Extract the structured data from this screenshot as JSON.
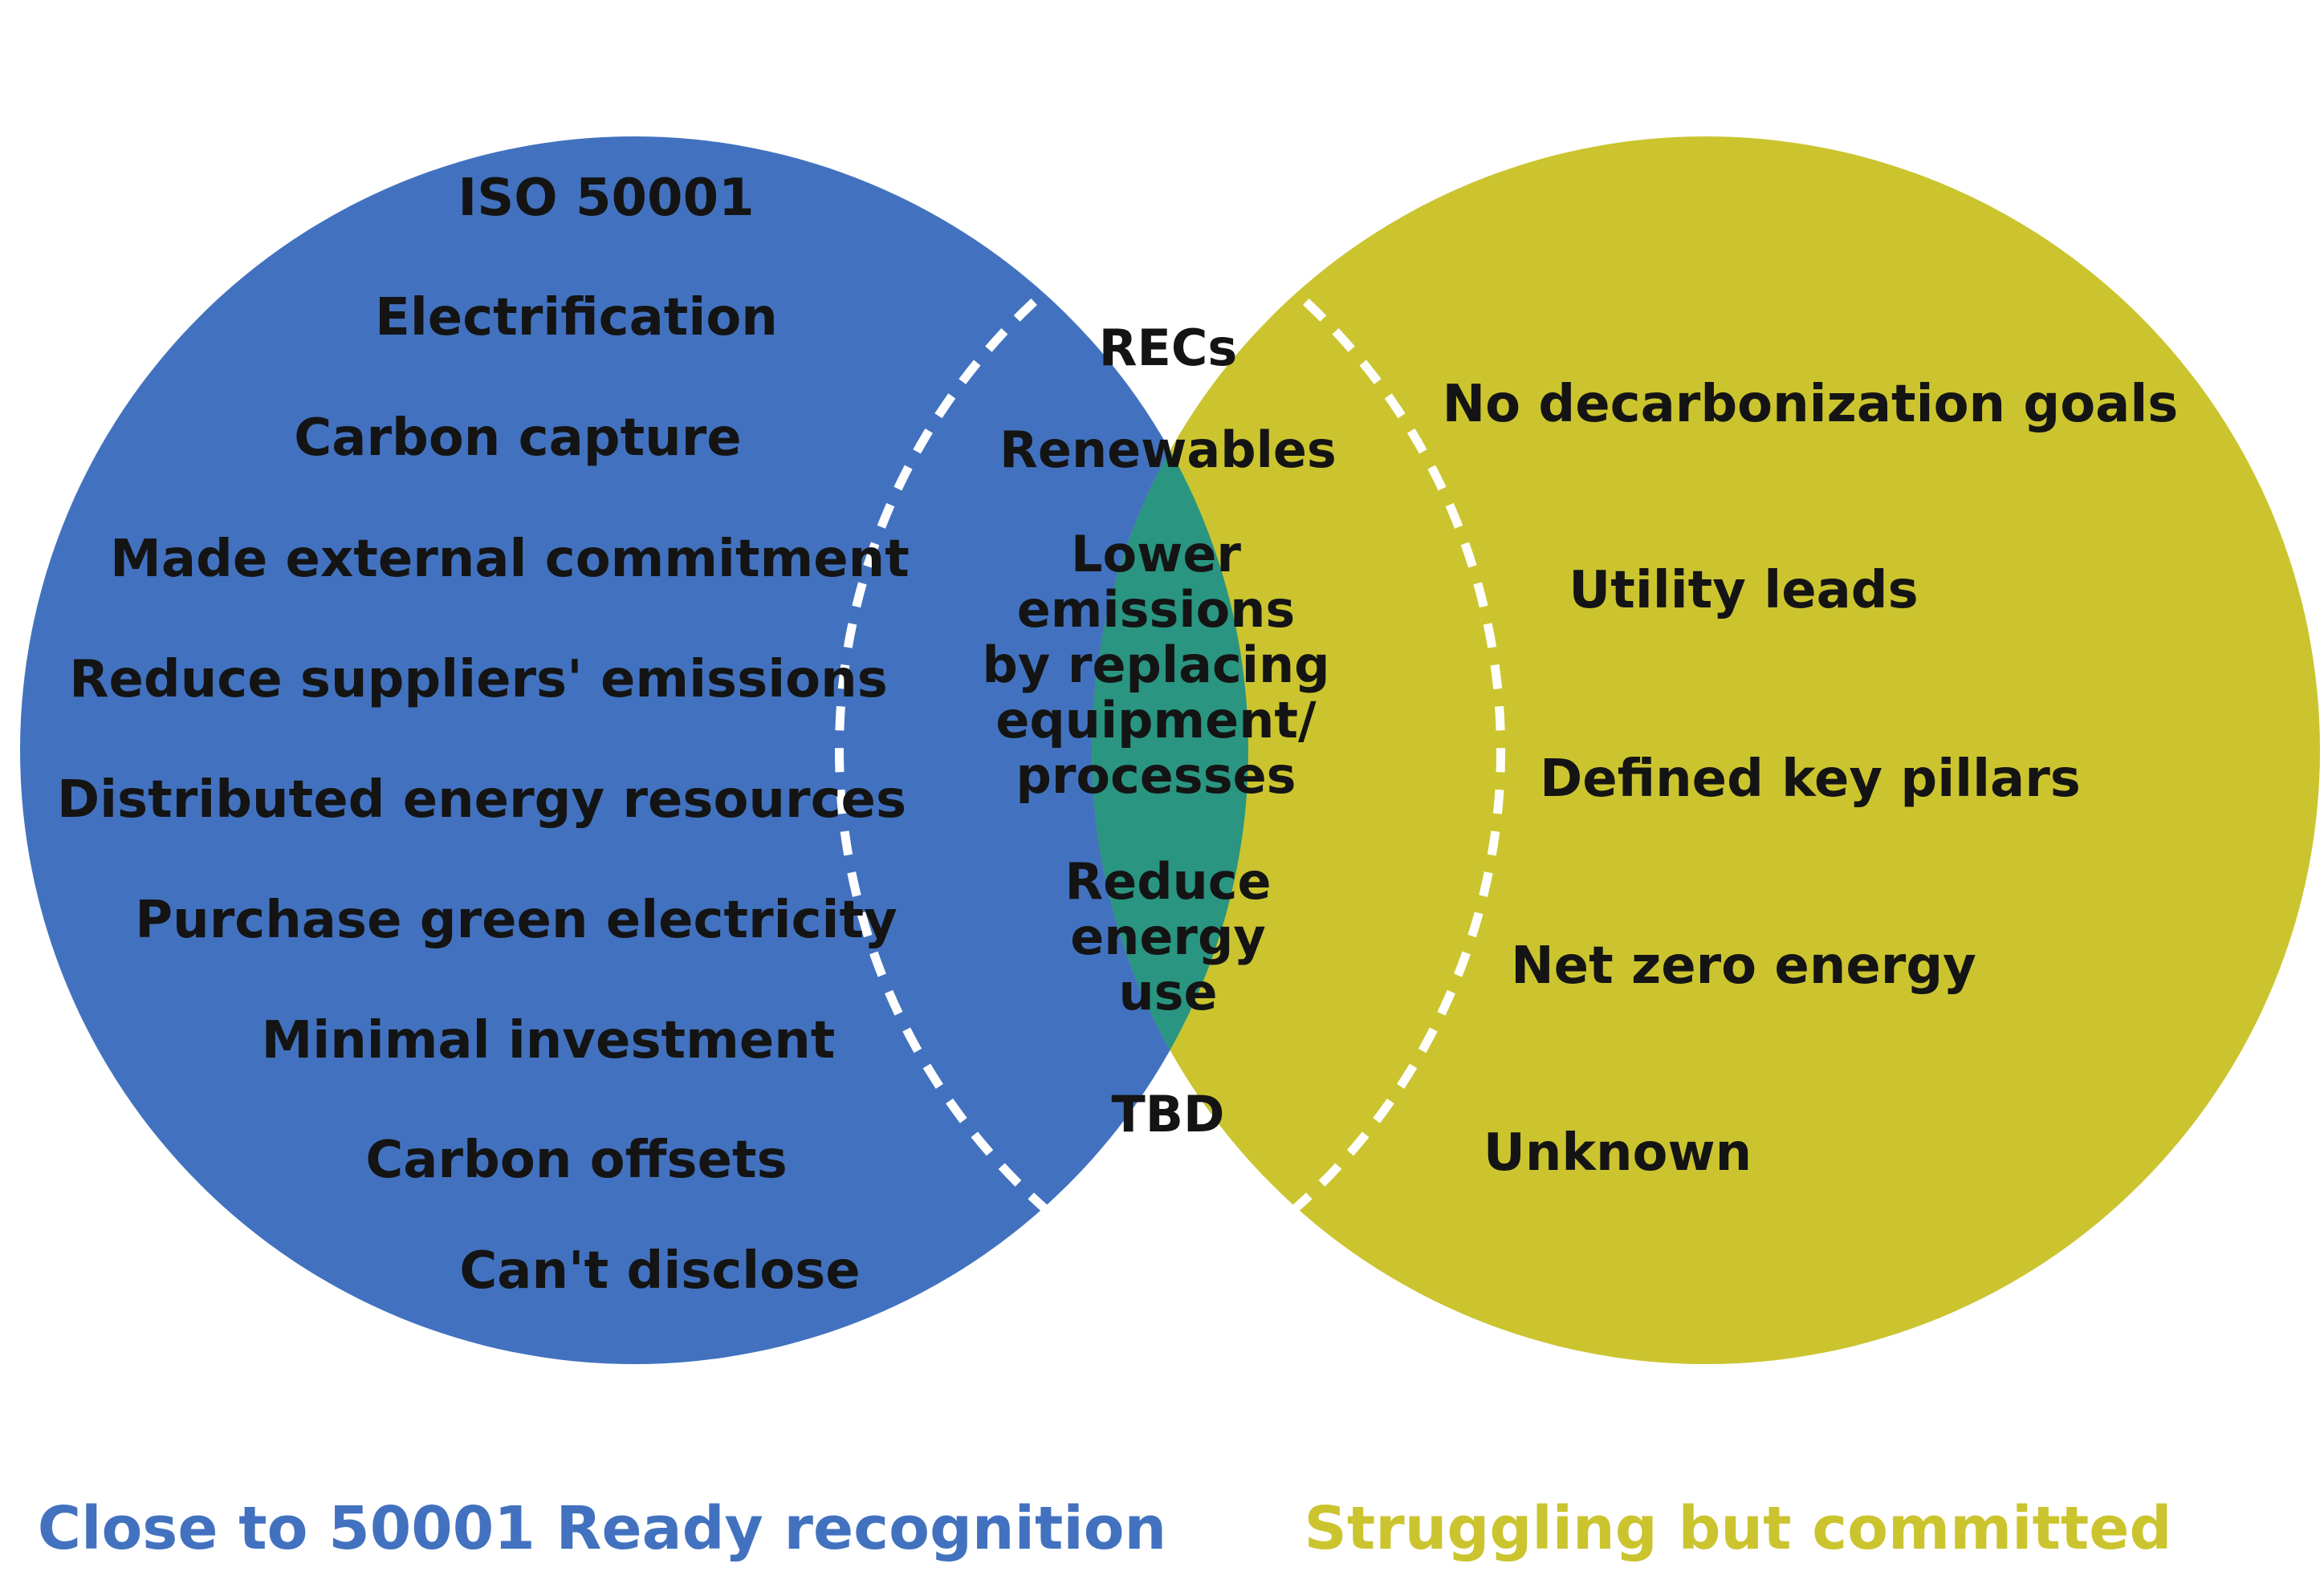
{
  "diagram": {
    "type": "venn",
    "colors": {
      "left": "#4272BF",
      "right": "#CBC42F",
      "overlap": "#2A9580",
      "overlap_border": "#FFFFFF",
      "item_text": "#141414"
    },
    "left_set": {
      "caption": "Close to 50001 Ready recognition",
      "items": [
        "ISO 50001",
        "Electrification",
        "Carbon capture",
        "Made external commitment",
        "Reduce suppliers' emissions",
        "Distributed energy resources",
        "Purchase green electricity",
        "Minimal investment",
        "Carbon offsets",
        "Can't disclose"
      ]
    },
    "right_set": {
      "caption": "Struggling but committed",
      "items": [
        "No decarbonization goals",
        "Utility leads",
        "Defined key pillars",
        "Net zero energy",
        "Unknown"
      ]
    },
    "overlap": {
      "items": [
        [
          "RECs"
        ],
        [
          "Renewables"
        ],
        [
          "Lower",
          "emissions",
          "by replacing",
          "equipment/",
          "processes"
        ],
        [
          "Reduce",
          "energy",
          "use"
        ],
        [
          "TBD"
        ]
      ]
    }
  }
}
